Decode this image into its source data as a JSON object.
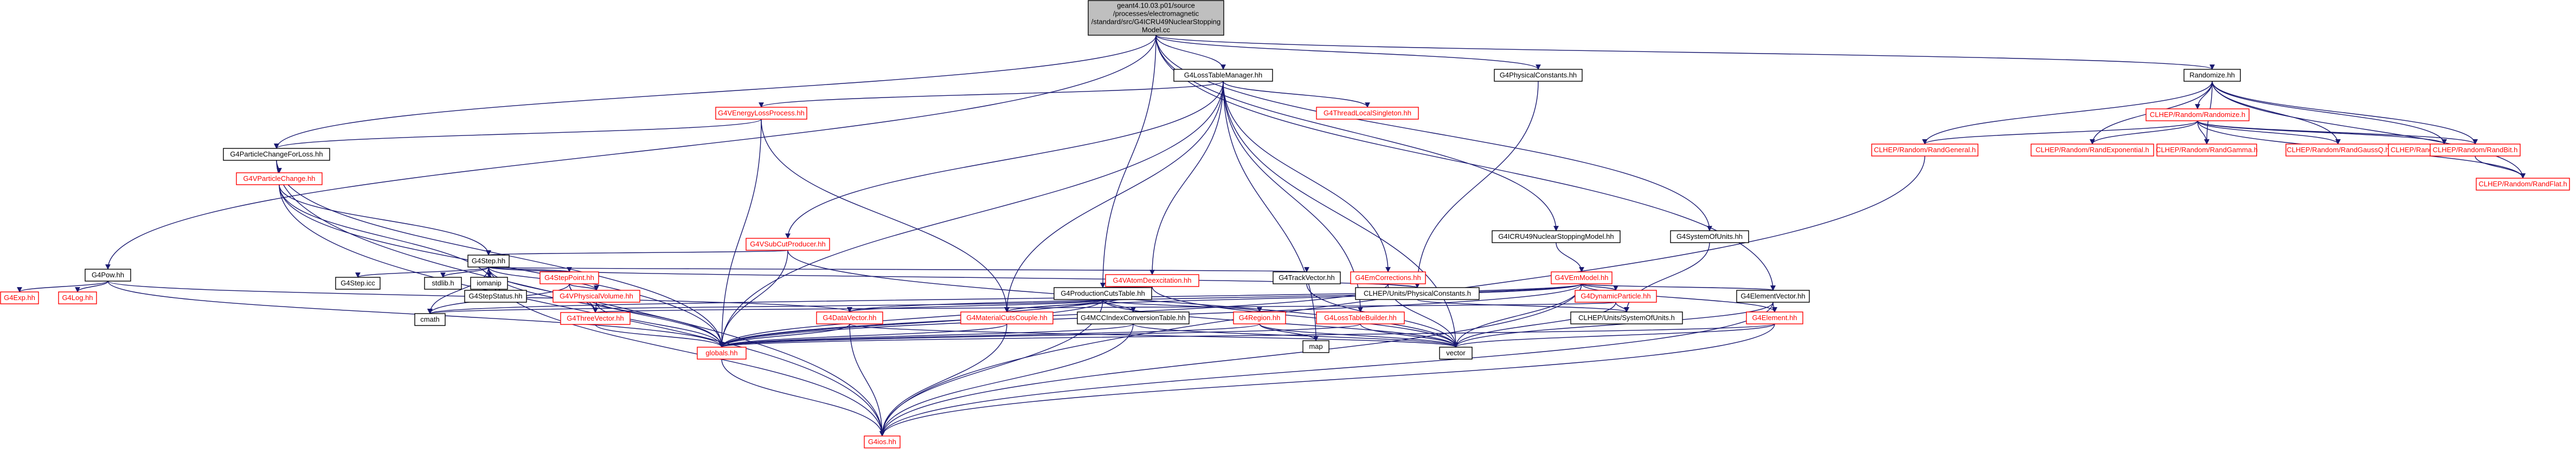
{
  "colors": {
    "edge": "#191970",
    "root_fill": "#bfbfbf",
    "node_fill": "#ffffff",
    "node_border": "#000000",
    "missing_border": "#ff0000",
    "node_text": "#000000",
    "missing_text": "#ff0000"
  },
  "nodes": [
    {
      "id": "root",
      "lines": [
        "geant4.10.03.p01/source",
        "/processes/electromagnetic",
        "/standard/src/G4ICRU49NuclearStopping",
        "Model.cc"
      ],
      "style": "root"
    },
    {
      "id": "G4Pow",
      "lines": [
        "G4Pow.hh"
      ],
      "style": "normal"
    },
    {
      "id": "G4Exp",
      "lines": [
        "G4Exp.hh"
      ],
      "style": "missing"
    },
    {
      "id": "G4Log",
      "lines": [
        "G4Log.hh"
      ],
      "style": "missing"
    },
    {
      "id": "G4PCFL",
      "lines": [
        "G4ParticleChangeForLoss.hh"
      ],
      "style": "normal"
    },
    {
      "id": "G4VPC",
      "lines": [
        "G4VParticleChange.hh"
      ],
      "style": "missing"
    },
    {
      "id": "G4LTM",
      "lines": [
        "G4LossTableManager.hh"
      ],
      "style": "normal"
    },
    {
      "id": "G4VELP",
      "lines": [
        "G4VEnergyLossProcess.hh"
      ],
      "style": "missing"
    },
    {
      "id": "G4TLS",
      "lines": [
        "G4ThreadLocalSingleton.hh"
      ],
      "style": "missing"
    },
    {
      "id": "G4VSCP",
      "lines": [
        "G4VSubCutProducer.hh"
      ],
      "style": "missing"
    },
    {
      "id": "G4Step",
      "lines": [
        "G4Step.hh"
      ],
      "style": "normal"
    },
    {
      "id": "G4Stepicc",
      "lines": [
        "G4Step.icc"
      ],
      "style": "normal"
    },
    {
      "id": "stdlib",
      "lines": [
        "stdlib.h"
      ],
      "style": "normal"
    },
    {
      "id": "iomanip",
      "lines": [
        "iomanip"
      ],
      "style": "normal"
    },
    {
      "id": "G4StepPoint",
      "lines": [
        "G4StepPoint.hh"
      ],
      "style": "missing"
    },
    {
      "id": "G4StepStatus",
      "lines": [
        "G4StepStatus.hh"
      ],
      "style": "normal"
    },
    {
      "id": "G4VPV",
      "lines": [
        "G4VPhysicalVolume.hh"
      ],
      "style": "missing"
    },
    {
      "id": "G4ThreeVector",
      "lines": [
        "G4ThreeVector.hh"
      ],
      "style": "missing"
    },
    {
      "id": "cmath",
      "lines": [
        "cmath"
      ],
      "style": "normal"
    },
    {
      "id": "globals",
      "lines": [
        "globals.hh"
      ],
      "style": "missing"
    },
    {
      "id": "G4ios",
      "lines": [
        "G4ios.hh"
      ],
      "style": "missing"
    },
    {
      "id": "G4VAD",
      "lines": [
        "G4VAtomDeexcitation.hh"
      ],
      "style": "missing"
    },
    {
      "id": "G4PCT",
      "lines": [
        "G4ProductionCutsTable.hh"
      ],
      "style": "normal"
    },
    {
      "id": "G4DataVector",
      "lines": [
        "G4DataVector.hh"
      ],
      "style": "missing"
    },
    {
      "id": "G4MCC",
      "lines": [
        "G4MaterialCutsCouple.hh"
      ],
      "style": "missing"
    },
    {
      "id": "G4MCCT",
      "lines": [
        "G4MCCIndexConversionTable.hh"
      ],
      "style": "normal"
    },
    {
      "id": "G4Region",
      "lines": [
        "G4Region.hh"
      ],
      "style": "missing"
    },
    {
      "id": "G4LTB",
      "lines": [
        "G4LossTableBuilder.hh"
      ],
      "style": "missing"
    },
    {
      "id": "G4TrackVector",
      "lines": [
        "G4TrackVector.hh"
      ],
      "style": "normal"
    },
    {
      "id": "G4EmCorr",
      "lines": [
        "G4EmCorrections.hh"
      ],
      "style": "missing"
    },
    {
      "id": "G4PhysConst",
      "lines": [
        "G4PhysicalConstants.hh"
      ],
      "style": "normal"
    },
    {
      "id": "CLHEPPhysConst",
      "lines": [
        "CLHEP/Units/PhysicalConstants.h"
      ],
      "style": "normal"
    },
    {
      "id": "G4ICRU",
      "lines": [
        "G4ICRU49NuclearStoppingModel.hh"
      ],
      "style": "normal"
    },
    {
      "id": "G4VEmModel",
      "lines": [
        "G4VEmModel.hh"
      ],
      "style": "missing"
    },
    {
      "id": "G4DynPart",
      "lines": [
        "G4DynamicParticle.hh"
      ],
      "style": "missing"
    },
    {
      "id": "G4ElemVec",
      "lines": [
        "G4ElementVector.hh"
      ],
      "style": "normal"
    },
    {
      "id": "G4Element",
      "lines": [
        "G4Element.hh"
      ],
      "style": "missing"
    },
    {
      "id": "G4SysUnits",
      "lines": [
        "G4SystemOfUnits.hh"
      ],
      "style": "normal"
    },
    {
      "id": "CLHEPSysUnits",
      "lines": [
        "CLHEP/Units/SystemOfUnits.h"
      ],
      "style": "normal"
    },
    {
      "id": "map",
      "lines": [
        "map"
      ],
      "style": "normal"
    },
    {
      "id": "vector",
      "lines": [
        "vector"
      ],
      "style": "normal"
    },
    {
      "id": "Randomize",
      "lines": [
        "Randomize.hh"
      ],
      "style": "normal"
    },
    {
      "id": "CLHEPRandomize",
      "lines": [
        "CLHEP/Random/Randomize.h"
      ],
      "style": "missing"
    },
    {
      "id": "RandGeneral",
      "lines": [
        "CLHEP/Random/RandGeneral.h"
      ],
      "style": "missing"
    },
    {
      "id": "RandExp",
      "lines": [
        "CLHEP/Random/RandExponential.h"
      ],
      "style": "missing"
    },
    {
      "id": "RandGamma",
      "lines": [
        "CLHEP/Random/RandGamma.h"
      ],
      "style": "missing"
    },
    {
      "id": "RandGaussQ",
      "lines": [
        "CLHEP/Random/RandGaussQ.h"
      ],
      "style": "missing"
    },
    {
      "id": "RandPoissonQ",
      "lines": [
        "CLHEP/Random/RandPoissonQ.h"
      ],
      "style": "missing"
    },
    {
      "id": "RandBit",
      "lines": [
        "CLHEP/Random/RandBit.h"
      ],
      "style": "missing"
    },
    {
      "id": "RandFlat",
      "lines": [
        "CLHEP/Random/RandFlat.h"
      ],
      "style": "missing"
    }
  ],
  "edges": [
    [
      "root",
      "G4Pow"
    ],
    [
      "root",
      "G4PCFL"
    ],
    [
      "root",
      "G4LTM"
    ],
    [
      "root",
      "G4PhysConst"
    ],
    [
      "root",
      "G4ICRU"
    ],
    [
      "root",
      "G4SysUnits"
    ],
    [
      "root",
      "G4ElemVec"
    ],
    [
      "root",
      "Randomize"
    ],
    [
      "root",
      "G4PCT"
    ],
    [
      "G4Pow",
      "G4Exp"
    ],
    [
      "G4Pow",
      "G4Log"
    ],
    [
      "G4Pow",
      "globals"
    ],
    [
      "G4Pow",
      "G4DataVector"
    ],
    [
      "G4PCFL",
      "G4VPC"
    ],
    [
      "G4PCFL",
      "globals"
    ],
    [
      "G4PCFL",
      "G4ios"
    ],
    [
      "G4VPC",
      "G4Step"
    ],
    [
      "G4VPC",
      "G4StepStatus"
    ],
    [
      "G4VPC",
      "globals"
    ],
    [
      "G4VPC",
      "G4ios"
    ],
    [
      "G4LTM",
      "G4VELP"
    ],
    [
      "G4LTM",
      "G4TLS"
    ],
    [
      "G4LTM",
      "G4VSCP"
    ],
    [
      "G4LTM",
      "G4VAD"
    ],
    [
      "G4LTM",
      "G4EmCorr"
    ],
    [
      "G4LTM",
      "G4LTB"
    ],
    [
      "G4LTM",
      "map"
    ],
    [
      "G4LTM",
      "vector"
    ],
    [
      "G4LTM",
      "globals"
    ],
    [
      "G4LTM",
      "G4MCC"
    ],
    [
      "G4VELP",
      "G4PCFL"
    ],
    [
      "G4VELP",
      "globals"
    ],
    [
      "G4VELP",
      "G4MCC"
    ],
    [
      "G4VSCP",
      "G4Step"
    ],
    [
      "G4VSCP",
      "globals"
    ],
    [
      "G4VSCP",
      "vector"
    ],
    [
      "G4Step",
      "G4Stepicc"
    ],
    [
      "G4Step",
      "stdlib"
    ],
    [
      "G4Step",
      "iomanip"
    ],
    [
      "G4Step",
      "G4StepPoint"
    ],
    [
      "G4Step",
      "G4StepStatus"
    ],
    [
      "G4Step",
      "G4VPV"
    ],
    [
      "G4Step",
      "G4ThreeVector"
    ],
    [
      "G4Step",
      "cmath"
    ],
    [
      "G4Step",
      "globals"
    ],
    [
      "G4Step",
      "G4TrackVector"
    ],
    [
      "G4Step",
      "CLHEPPhysConst"
    ],
    [
      "G4Step",
      "G4ios"
    ],
    [
      "G4StepPoint",
      "G4VPV"
    ],
    [
      "G4StepPoint",
      "G4ThreeVector"
    ],
    [
      "G4StepPoint",
      "globals"
    ],
    [
      "G4StepPoint",
      "cmath"
    ],
    [
      "G4VPV",
      "G4ThreeVector"
    ],
    [
      "G4VPV",
      "globals"
    ],
    [
      "G4ThreeVector",
      "globals"
    ],
    [
      "globals",
      "G4ios"
    ],
    [
      "G4VAD",
      "G4PCT"
    ],
    [
      "G4VAD",
      "globals"
    ],
    [
      "G4VAD",
      "vector"
    ],
    [
      "G4PCT",
      "G4DataVector"
    ],
    [
      "G4PCT",
      "G4MCC"
    ],
    [
      "G4PCT",
      "G4MCCT"
    ],
    [
      "G4PCT",
      "G4Region"
    ],
    [
      "G4PCT",
      "globals"
    ],
    [
      "G4PCT",
      "vector"
    ],
    [
      "G4PCT",
      "G4ios"
    ],
    [
      "G4PCT",
      "cmath"
    ],
    [
      "G4DataVector",
      "globals"
    ],
    [
      "G4DataVector",
      "vector"
    ],
    [
      "G4DataVector",
      "G4ios"
    ],
    [
      "G4MCC",
      "globals"
    ],
    [
      "G4MCC",
      "G4ios"
    ],
    [
      "G4MCCT",
      "globals"
    ],
    [
      "G4MCCT",
      "vector"
    ],
    [
      "G4MCCT",
      "G4ios"
    ],
    [
      "G4Region",
      "globals"
    ],
    [
      "G4Region",
      "map"
    ],
    [
      "G4Region",
      "vector"
    ],
    [
      "G4LTB",
      "globals"
    ],
    [
      "G4LTB",
      "vector"
    ],
    [
      "G4TrackVector",
      "vector"
    ],
    [
      "G4EmCorr",
      "globals"
    ],
    [
      "G4EmCorr",
      "CLHEPPhysConst"
    ],
    [
      "G4EmCorr",
      "vector"
    ],
    [
      "G4PhysConst",
      "CLHEPPhysConst"
    ],
    [
      "CLHEPPhysConst",
      "CLHEPSysUnits"
    ],
    [
      "G4ICRU",
      "G4VEmModel"
    ],
    [
      "G4VEmModel",
      "globals"
    ],
    [
      "G4VEmModel",
      "G4DynPart"
    ],
    [
      "G4VEmModel",
      "G4ElemVec"
    ],
    [
      "G4VEmModel",
      "G4DataVector"
    ],
    [
      "G4VEmModel",
      "G4MCC"
    ],
    [
      "G4VEmModel",
      "G4Element"
    ],
    [
      "G4VEmModel",
      "vector"
    ],
    [
      "G4VEmModel",
      "cmath"
    ],
    [
      "G4VEmModel",
      "G4ios"
    ],
    [
      "G4DynPart",
      "G4ThreeVector"
    ],
    [
      "G4DynPart",
      "CLHEPSysUnits"
    ],
    [
      "G4DynPart",
      "vector"
    ],
    [
      "G4ElemVec",
      "G4Element"
    ],
    [
      "G4ElemVec",
      "vector"
    ],
    [
      "G4ElemVec",
      "G4ios"
    ],
    [
      "G4Element",
      "globals"
    ],
    [
      "G4Element",
      "vector"
    ],
    [
      "G4Element",
      "G4ios"
    ],
    [
      "G4SysUnits",
      "CLHEPSysUnits"
    ],
    [
      "Randomize",
      "CLHEPRandomize"
    ],
    [
      "Randomize",
      "RandGeneral"
    ],
    [
      "Randomize",
      "RandExp"
    ],
    [
      "Randomize",
      "RandGamma"
    ],
    [
      "Randomize",
      "RandGaussQ"
    ],
    [
      "Randomize",
      "RandPoissonQ"
    ],
    [
      "Randomize",
      "RandBit"
    ],
    [
      "Randomize",
      "RandFlat"
    ],
    [
      "CLHEPRandomize",
      "RandGeneral"
    ],
    [
      "CLHEPRandomize",
      "RandExp"
    ],
    [
      "CLHEPRandomize",
      "RandGamma"
    ],
    [
      "CLHEPRandomize",
      "RandGaussQ"
    ],
    [
      "CLHEPRandomize",
      "RandPoissonQ"
    ],
    [
      "CLHEPRandomize",
      "RandBit"
    ],
    [
      "CLHEPRandomize",
      "RandFlat"
    ],
    [
      "RandBit",
      "RandFlat"
    ],
    [
      "RandGeneral",
      "G4ios"
    ]
  ]
}
